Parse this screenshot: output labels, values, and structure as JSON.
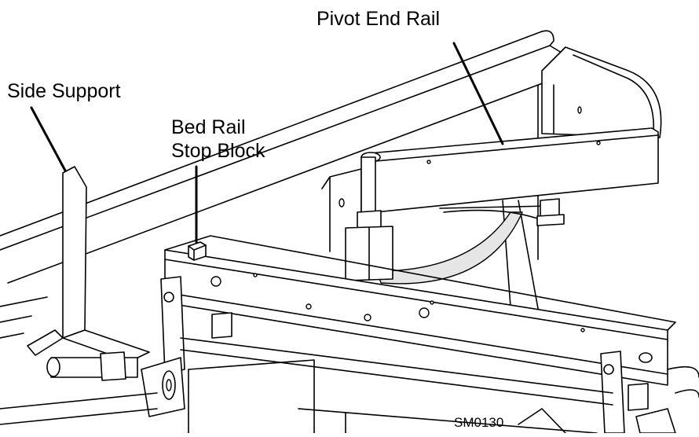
{
  "diagram": {
    "labels": {
      "pivot_end_rail": "Pivot End Rail",
      "side_support": "Side Support",
      "bed_rail_line1": "Bed Rail",
      "bed_rail_line2": "Stop Block"
    },
    "figure_code": "SM0130",
    "colors": {
      "line": "#000000",
      "background": "#ffffff",
      "shade": "#e6e6e6"
    }
  }
}
